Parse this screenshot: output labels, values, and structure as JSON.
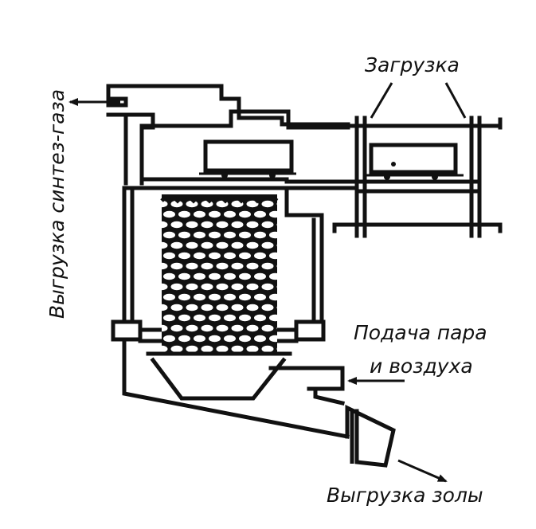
{
  "labels": {
    "loading": "Загрузка",
    "syngas_out": "Выгрузка синтез-газа",
    "steam_air_line1": "Подача пара",
    "steam_air_line2": "и воздуха",
    "ash_out": "Выгрузка золы"
  }
}
